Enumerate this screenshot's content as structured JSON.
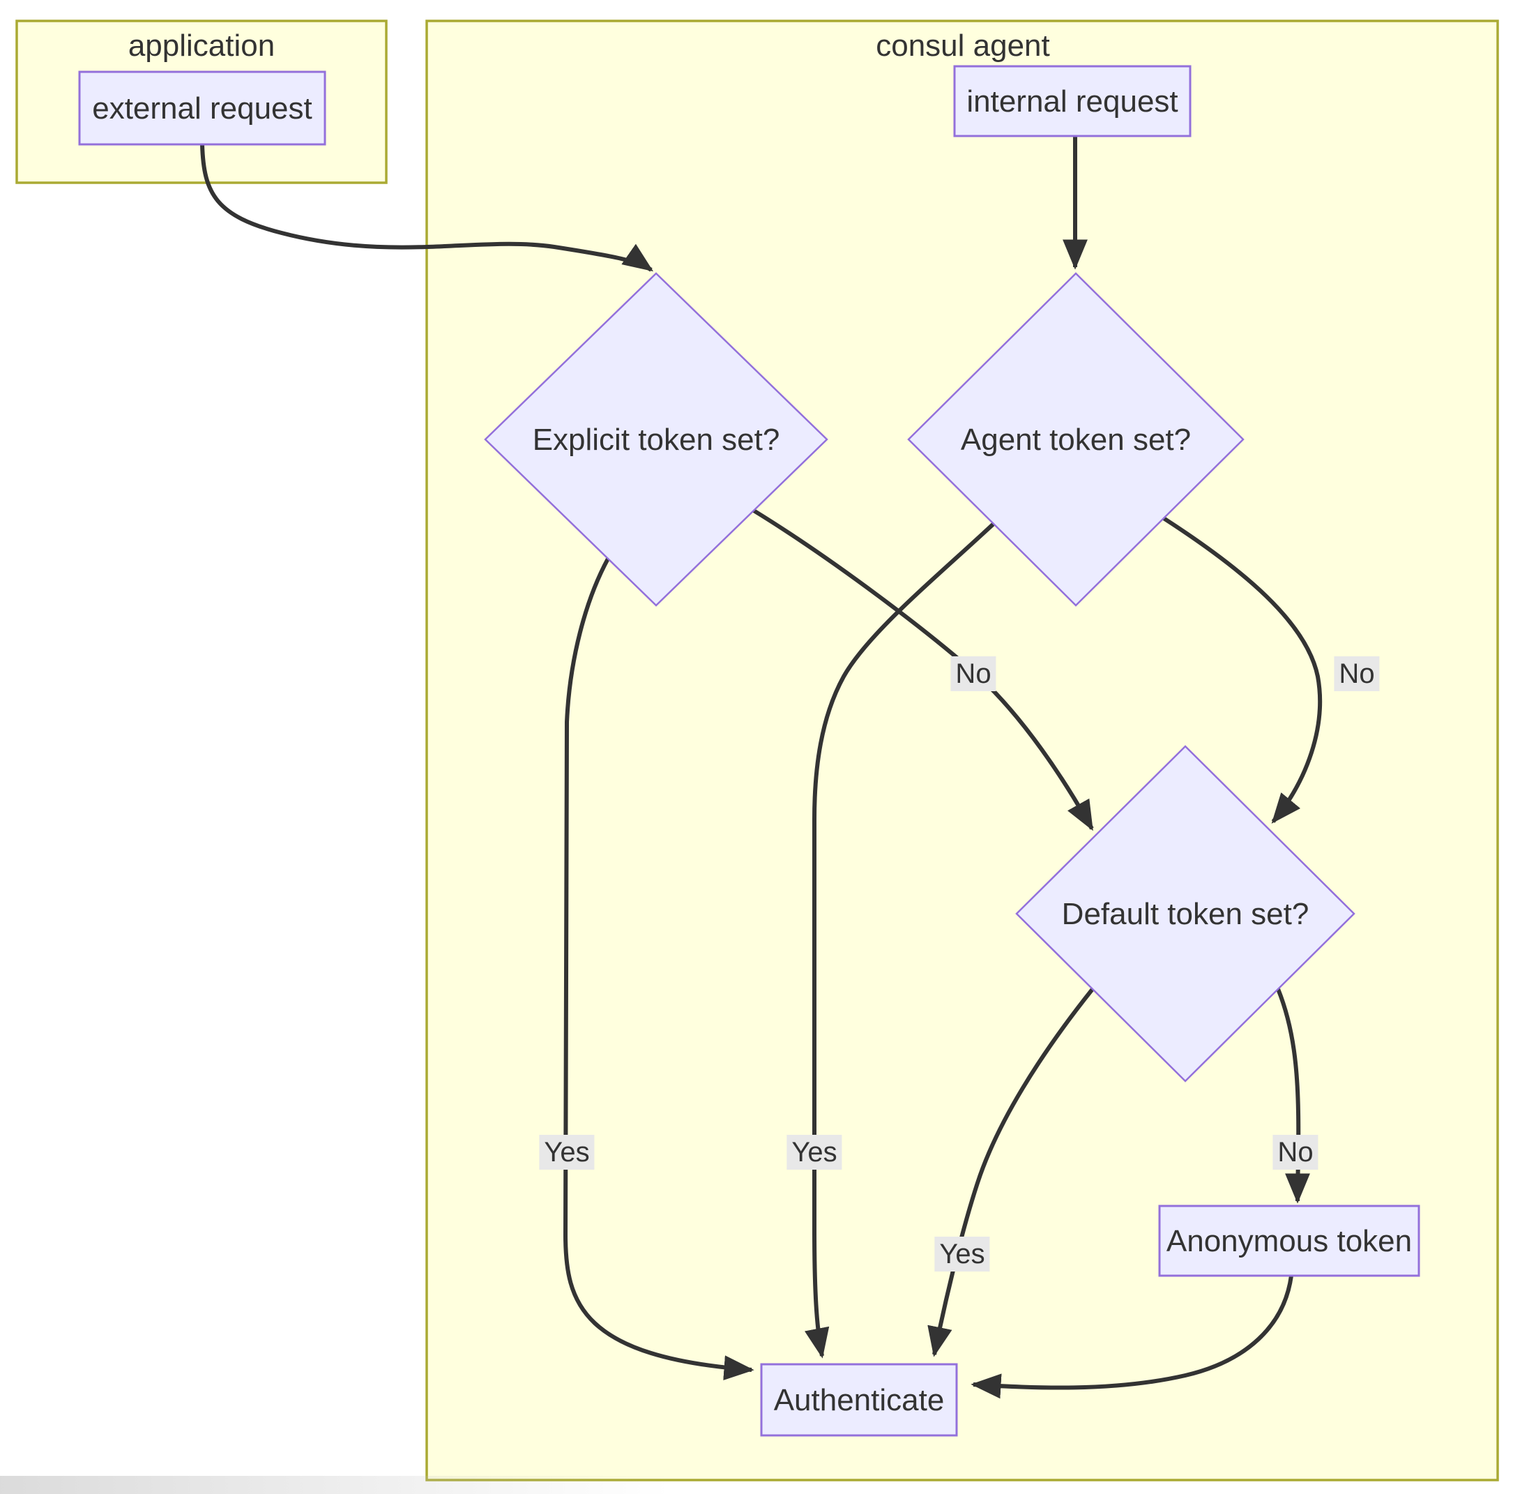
{
  "diagram": {
    "type": "flowchart",
    "clusters": [
      {
        "id": "application",
        "label": "application"
      },
      {
        "id": "consul_agent",
        "label": "consul agent"
      }
    ],
    "nodes": [
      {
        "id": "external_request",
        "label": "external request",
        "shape": "rect",
        "cluster": "application"
      },
      {
        "id": "internal_request",
        "label": "internal request",
        "shape": "rect",
        "cluster": "consul_agent"
      },
      {
        "id": "explicit_token",
        "label": "Explicit token set?",
        "shape": "diamond",
        "cluster": "consul_agent"
      },
      {
        "id": "agent_token",
        "label": "Agent token set?",
        "shape": "diamond",
        "cluster": "consul_agent"
      },
      {
        "id": "default_token",
        "label": "Default token set?",
        "shape": "diamond",
        "cluster": "consul_agent"
      },
      {
        "id": "anonymous_token",
        "label": "Anonymous token",
        "shape": "rect",
        "cluster": "consul_agent"
      },
      {
        "id": "authenticate",
        "label": "Authenticate",
        "shape": "rect",
        "cluster": "consul_agent"
      }
    ],
    "edges": [
      {
        "from": "external_request",
        "to": "explicit_token",
        "label": ""
      },
      {
        "from": "internal_request",
        "to": "agent_token",
        "label": ""
      },
      {
        "from": "explicit_token",
        "to": "authenticate",
        "label": "Yes"
      },
      {
        "from": "explicit_token",
        "to": "default_token",
        "label": "No"
      },
      {
        "from": "agent_token",
        "to": "authenticate",
        "label": "Yes"
      },
      {
        "from": "agent_token",
        "to": "default_token",
        "label": "No"
      },
      {
        "from": "default_token",
        "to": "authenticate",
        "label": "Yes"
      },
      {
        "from": "default_token",
        "to": "anonymous_token",
        "label": "No"
      },
      {
        "from": "anonymous_token",
        "to": "authenticate",
        "label": ""
      }
    ],
    "colors": {
      "node_fill": "#ECECFF",
      "node_border": "#9370DB",
      "cluster_fill": "#ffffde",
      "cluster_border": "#aaaa33",
      "edge_stroke": "#333333",
      "edge_label_bg": "#e8e8e8",
      "text": "#333333"
    }
  }
}
